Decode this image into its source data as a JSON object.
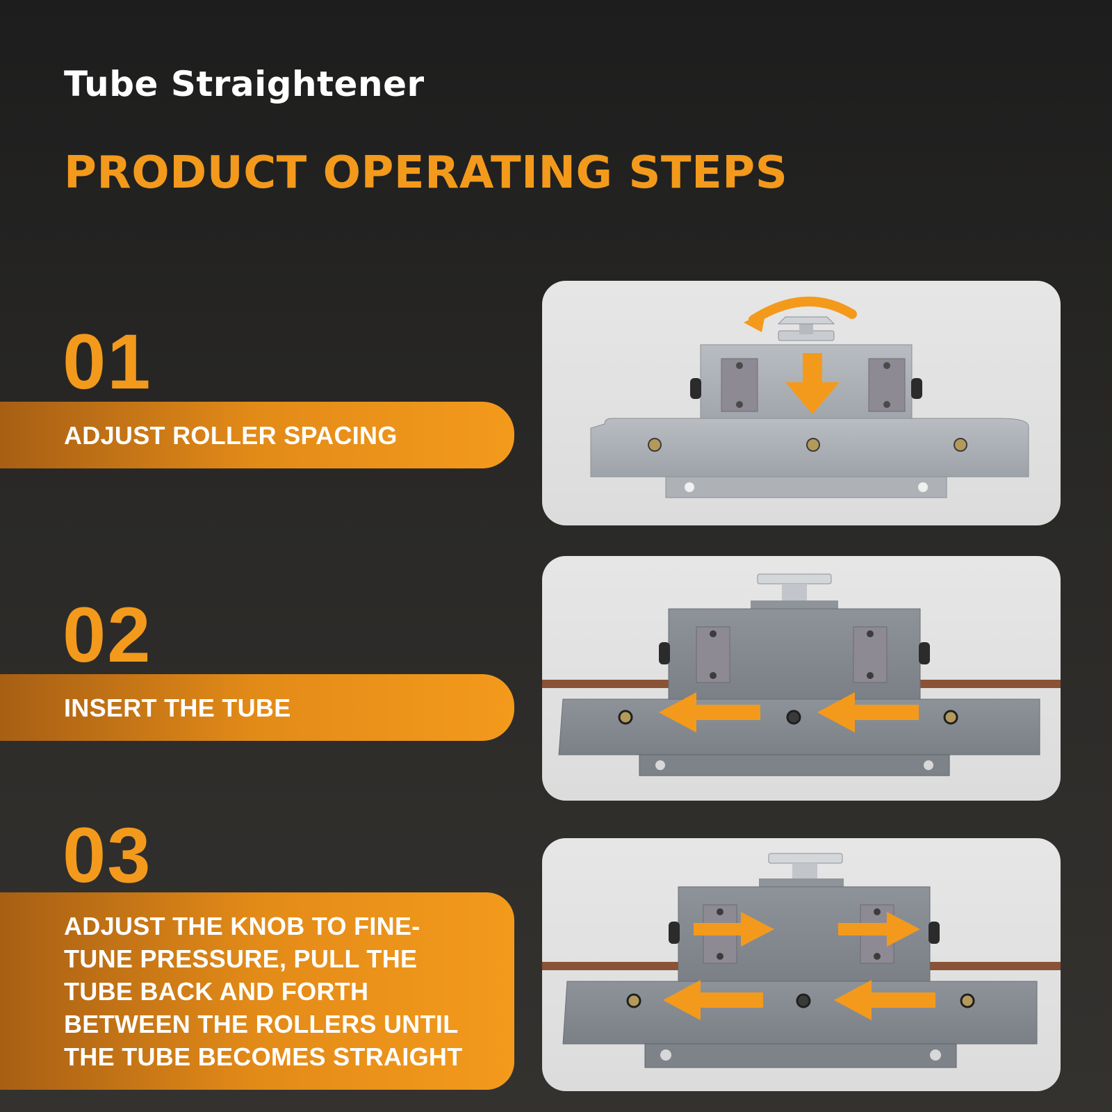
{
  "header": {
    "brand": "Tube Straightener",
    "headline": "PRODUCT OPERATING STEPS"
  },
  "steps": [
    {
      "number": "01",
      "text": "ADJUST ROLLER SPACING"
    },
    {
      "number": "02",
      "text": "INSERT THE TUBE"
    },
    {
      "number": "03",
      "text": "ADJUST THE KNOB TO FINE-TUNE PRESSURE, PULL THE TUBE BACK AND FORTH BETWEEN THE ROLLERS UNTIL THE TUBE BECOMES STRAIGHT"
    }
  ],
  "colors": {
    "accent": "#f39a1c",
    "background": "#2a2927",
    "panel": "#e3e3e3",
    "metal": "#9ea3aa",
    "tube": "#8a5236"
  },
  "icons": [
    "rotate-arrow-icon",
    "down-arrow-icon",
    "left-arrow-icon",
    "right-arrow-icon"
  ]
}
